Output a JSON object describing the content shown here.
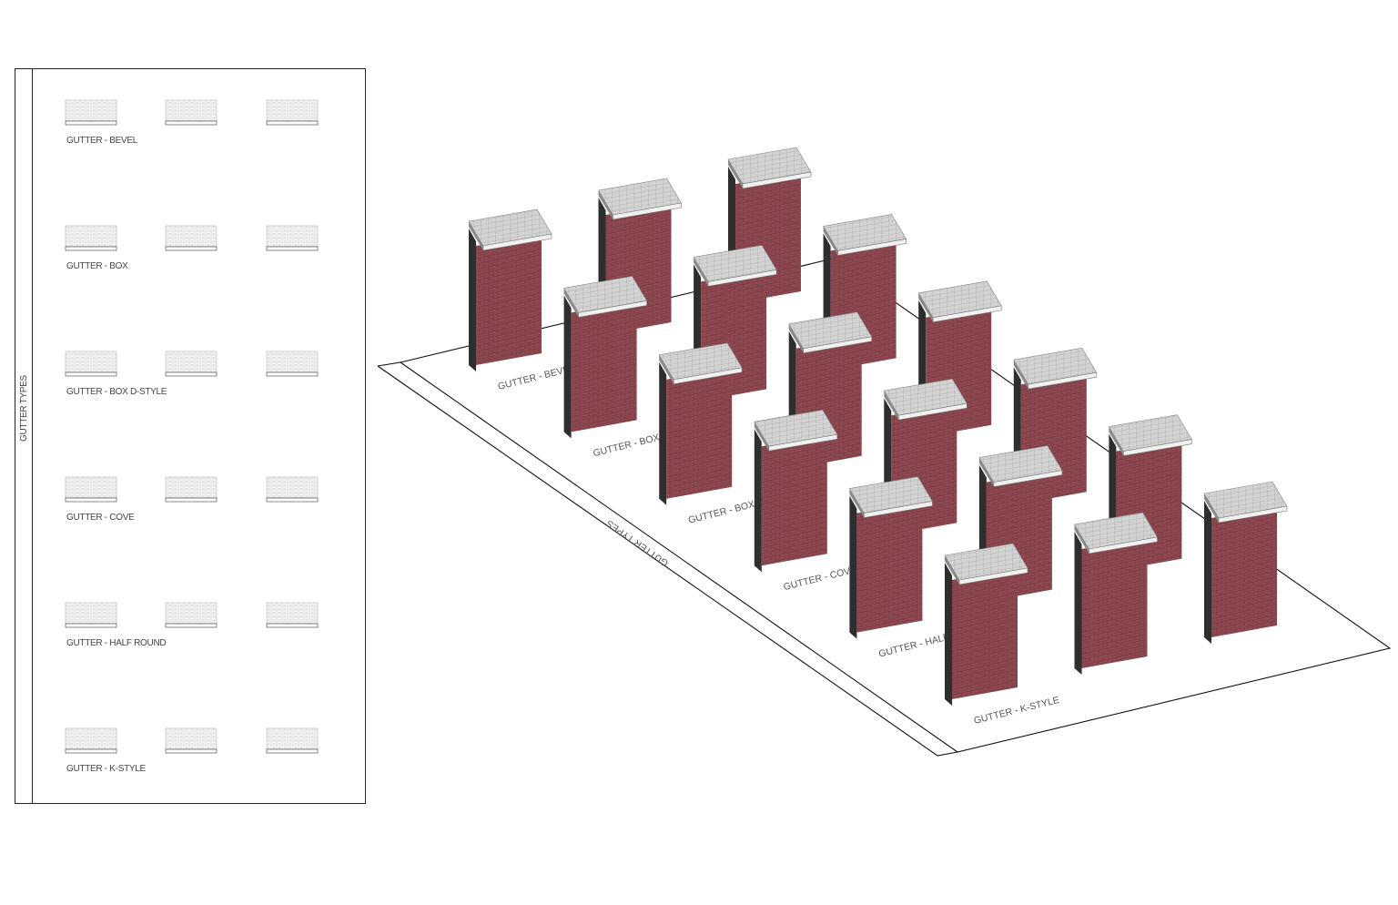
{
  "sheet_title": "GUTTER TYPES",
  "iso_view_label": "GUTTER TYPES",
  "gutter_types": [
    {
      "label": "GUTTER - BEVEL"
    },
    {
      "label": "GUTTER - BOX"
    },
    {
      "label": "GUTTER - BOX D-STYLE"
    },
    {
      "label": "GUTTER - COVE"
    },
    {
      "label": "GUTTER - HALF ROUND"
    },
    {
      "label": "GUTTER - K-STYLE"
    }
  ],
  "iso_labels_visible": [
    "GUTTER - BE",
    "GUTTER - BO",
    "GUTTER - BO",
    "GUTTER - CO",
    "GUTTER - HA",
    "GUTTER - K-STYLE"
  ],
  "samples_per_type": 3,
  "colors": {
    "brick": "#8e4850",
    "wall_side": "#2e2e2e",
    "cap": "#cfcfcf",
    "line": "#000000"
  }
}
